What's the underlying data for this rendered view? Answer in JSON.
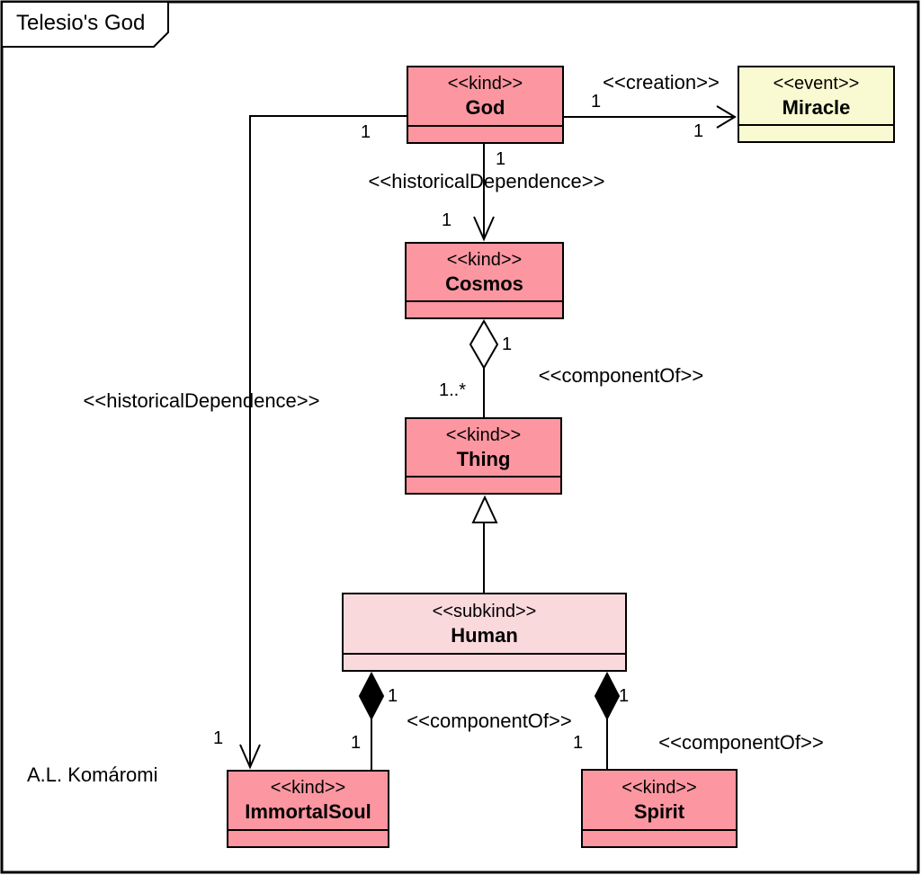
{
  "diagram": {
    "title": "Telesio's God",
    "author": "A.L. Komáromi"
  },
  "colors": {
    "kind_fill": "#FC96A0",
    "subkind_fill": "#FAD9DC",
    "event_fill": "#FAFAD2",
    "stroke": "#000000",
    "background": "#FFFFFF"
  },
  "classes": {
    "god": {
      "stereotype": "<<kind>>",
      "name": "God"
    },
    "miracle": {
      "stereotype": "<<event>>",
      "name": "Miracle"
    },
    "cosmos": {
      "stereotype": "<<kind>>",
      "name": "Cosmos"
    },
    "thing": {
      "stereotype": "<<kind>>",
      "name": "Thing"
    },
    "human": {
      "stereotype": "<<subkind>>",
      "name": "Human"
    },
    "immortal_soul": {
      "stereotype": "<<kind>>",
      "name": "ImmortalSoul"
    },
    "spirit": {
      "stereotype": "<<kind>>",
      "name": "Spirit"
    }
  },
  "relations": {
    "creation": {
      "stereotype": "<<creation>>",
      "source_multiplicity": "1",
      "target_multiplicity": "1"
    },
    "historical_dependence_god_cosmos": {
      "stereotype": "<<historicalDependence>>",
      "source_multiplicity": "1",
      "target_multiplicity": "1"
    },
    "historical_dependence_god_immortalsoul": {
      "stereotype": "<<historicalDependence>>",
      "source_multiplicity": "1",
      "target_multiplicity": "1"
    },
    "component_of_thing_cosmos": {
      "stereotype": "<<componentOf>>",
      "whole_multiplicity": "1",
      "part_multiplicity": "1..*"
    },
    "component_of_immortalsoul_human": {
      "stereotype": "<<componentOf>>",
      "whole_multiplicity": "1",
      "part_multiplicity": "1"
    },
    "component_of_spirit_human": {
      "stereotype": "<<componentOf>>",
      "whole_multiplicity": "1",
      "part_multiplicity": "1"
    }
  }
}
